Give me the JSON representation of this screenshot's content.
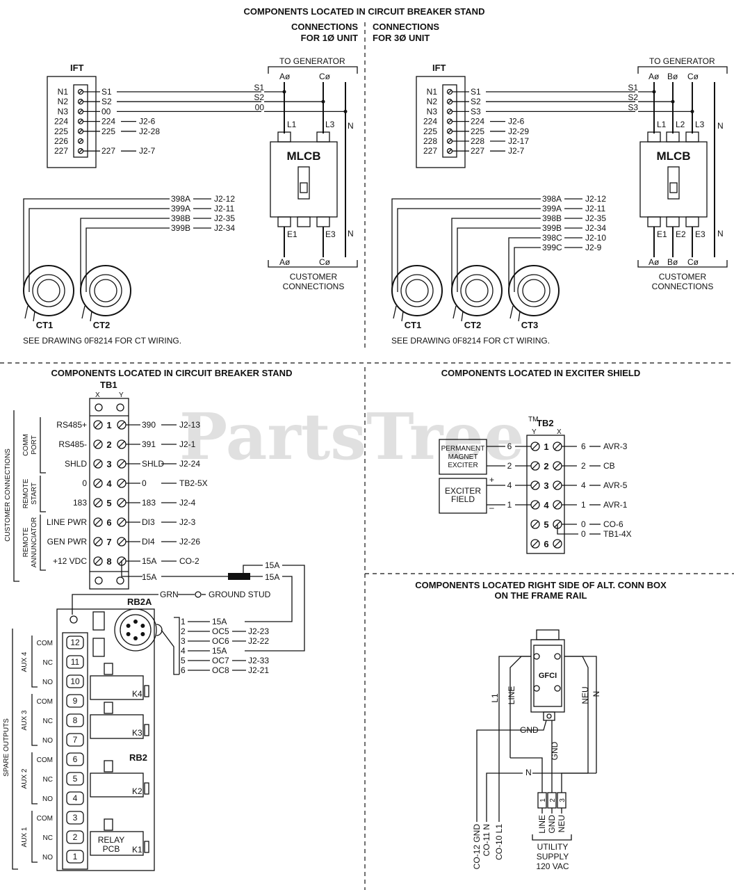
{
  "watermark": "PartsTree",
  "tm": "TM",
  "section_titles": {
    "top": "COMPONENTS LOCATED IN CIRCUIT BREAKER STAND",
    "conn1_a": "CONNECTIONS",
    "conn1_b": "FOR 1Ø UNIT",
    "conn3_a": "CONNECTIONS",
    "conn3_b": "FOR 3Ø UNIT",
    "mid_left": "COMPONENTS LOCATED IN CIRCUIT BREAKER STAND",
    "mid_right": "COMPONENTS LOCATED IN EXCITER SHIELD",
    "bot_right_a": "COMPONENTS LOCATED RIGHT SIDE OF ALT. CONN BOX",
    "bot_right_b": "ON THE FRAME RAIL"
  },
  "ift": {
    "title": "IFT",
    "rows1": [
      {
        "term": "N1",
        "wire": "S1",
        "end": "S1",
        "dest": ""
      },
      {
        "term": "N2",
        "wire": "S2",
        "end": "S2",
        "dest": ""
      },
      {
        "term": "N3",
        "wire": "00",
        "end": "00",
        "dest": ""
      },
      {
        "term": "224",
        "wire": "224",
        "end": "",
        "dest": "J2-6"
      },
      {
        "term": "225",
        "wire": "225",
        "end": "",
        "dest": "J2-28"
      },
      {
        "term": "226",
        "wire": "",
        "end": "",
        "dest": ""
      },
      {
        "term": "227",
        "wire": "227",
        "end": "",
        "dest": "J2-7"
      }
    ],
    "rows3": [
      {
        "term": "N1",
        "wire": "S1",
        "end": "S1",
        "dest": ""
      },
      {
        "term": "N2",
        "wire": "S2",
        "end": "S2",
        "dest": ""
      },
      {
        "term": "N3",
        "wire": "S3",
        "end": "S3",
        "dest": ""
      },
      {
        "term": "224",
        "wire": "224",
        "end": "",
        "dest": "J2-6"
      },
      {
        "term": "225",
        "wire": "225",
        "end": "",
        "dest": "J2-29"
      },
      {
        "term": "228",
        "wire": "228",
        "end": "",
        "dest": "J2-17"
      },
      {
        "term": "227",
        "wire": "227",
        "end": "",
        "dest": "J2-7"
      }
    ]
  },
  "generator": {
    "to_generator": "TO GENERATOR",
    "mlcb": "MLCB",
    "customer_a": "CUSTOMER",
    "customer_b": "CONNECTIONS",
    "phases1": [
      "Aø",
      "Cø"
    ],
    "phases3": [
      "Aø",
      "Bø",
      "Cø"
    ],
    "l_labels1": [
      "L1",
      "L3"
    ],
    "l_labels3": [
      "L1",
      "L2",
      "L3"
    ],
    "e_labels1": [
      "E1",
      "E3"
    ],
    "e_labels3": [
      "E1",
      "E2",
      "E3"
    ],
    "n": "N"
  },
  "ct": {
    "wires1": [
      {
        "wire": "398A",
        "dest": "J2-12"
      },
      {
        "wire": "399A",
        "dest": "J2-11"
      },
      {
        "wire": "398B",
        "dest": "J2-35"
      },
      {
        "wire": "399B",
        "dest": "J2-34"
      }
    ],
    "wires3": [
      {
        "wire": "398A",
        "dest": "J2-12"
      },
      {
        "wire": "399A",
        "dest": "J2-11"
      },
      {
        "wire": "398B",
        "dest": "J2-35"
      },
      {
        "wire": "399B",
        "dest": "J2-34"
      },
      {
        "wire": "398C",
        "dest": "J2-10"
      },
      {
        "wire": "399C",
        "dest": "J2-9"
      }
    ],
    "labels": [
      "CT1",
      "CT2",
      "CT3"
    ],
    "note": "SEE DRAWING 0F8214 FOR CT WIRING."
  },
  "tb1": {
    "title": "TB1",
    "xy": [
      "X",
      "Y"
    ],
    "customer_connections": "CUSTOMER CONNECTIONS",
    "comm_port": [
      "COMM",
      "PORT"
    ],
    "remote_start": [
      "REMOTE",
      "START"
    ],
    "remote_annunciator": [
      "REMOTE",
      "ANNUNCIATOR"
    ],
    "rows": [
      {
        "label": "RS485+",
        "num": "1",
        "wire": "390",
        "dest": "J2-13"
      },
      {
        "label": "RS485-",
        "num": "2",
        "wire": "391",
        "dest": "J2-1"
      },
      {
        "label": "SHLD",
        "num": "3",
        "wire": "SHLD",
        "dest": "J2-24"
      },
      {
        "label": "0",
        "num": "4",
        "wire": "0",
        "dest": "TB2-5X"
      },
      {
        "label": "183",
        "num": "5",
        "wire": "183",
        "dest": "J2-4"
      },
      {
        "label": "LINE PWR",
        "num": "6",
        "wire": "DI3",
        "dest": "J2-3"
      },
      {
        "label": "GEN PWR",
        "num": "7",
        "wire": "DI4",
        "dest": "J2-26"
      },
      {
        "label": "+12 VDC",
        "num": "8",
        "wire": "15A",
        "dest": "CO-2"
      }
    ],
    "fuse_wire_a": "15A",
    "fuse_wire_b": "15A",
    "fuse_wire_c": "15A"
  },
  "rb2a": {
    "title": "RB2A",
    "grn": "GRN",
    "ground_stud": "GROUND STUD",
    "connector": [
      {
        "pin": "1",
        "wire": "15A",
        "dest": ""
      },
      {
        "pin": "2",
        "wire": "OC5",
        "dest": "J2-23"
      },
      {
        "pin": "3",
        "wire": "OC6",
        "dest": "J2-22"
      },
      {
        "pin": "4",
        "wire": "15A",
        "dest": ""
      },
      {
        "pin": "5",
        "wire": "OC7",
        "dest": "J2-33"
      },
      {
        "pin": "6",
        "wire": "OC8",
        "dest": "J2-21"
      }
    ]
  },
  "rb2": {
    "title": "RB2",
    "spare_outputs": "SPARE OUTPUTS",
    "aux": [
      "AUX 4",
      "AUX 3",
      "AUX 2",
      "AUX 1"
    ],
    "terms": [
      "12",
      "11",
      "10",
      "9",
      "8",
      "7",
      "6",
      "5",
      "4",
      "3",
      "2",
      "1"
    ],
    "roles": [
      "COM",
      "NC",
      "NO",
      "COM",
      "NC",
      "NO",
      "COM",
      "NC",
      "NO",
      "COM",
      "NC",
      "NO"
    ],
    "relays": [
      "K4",
      "K3",
      "K2",
      "K1"
    ],
    "relay_pcb_a": "RELAY",
    "relay_pcb_b": "PCB"
  },
  "tb2": {
    "title": "TB2",
    "xy": [
      "Y",
      "X"
    ],
    "pme": [
      "PERMANENT",
      "MAGNET",
      "EXCITER"
    ],
    "exciter_field": [
      "EXCITER",
      "FIELD"
    ],
    "plus": "+",
    "minus": "–",
    "rows": [
      {
        "left": "6",
        "num": "1",
        "wire": "6",
        "dest": "AVR-3"
      },
      {
        "left": "2",
        "num": "2",
        "wire": "2",
        "dest": "CB"
      },
      {
        "left": "4",
        "num": "3",
        "wire": "4",
        "dest": "AVR-5"
      },
      {
        "left": "1",
        "num": "4",
        "wire": "1",
        "dest": "AVR-1"
      },
      {
        "left": "",
        "num": "5",
        "wire": "0",
        "dest": "CO-6"
      },
      {
        "left": "",
        "num": "6",
        "wire": "",
        "dest": ""
      }
    ],
    "extra_wire": "0",
    "extra_dest": "TB1-4X"
  },
  "gfci": {
    "label": "GFCI",
    "l1": "L1",
    "line": "LINE",
    "neu": "NEU",
    "n": "N",
    "gnd": "GND",
    "gnd2": "GND",
    "n_mid": "N",
    "terms": [
      "1",
      "2",
      "3"
    ],
    "bottom_left": [
      "CO-12 GND",
      "CO-11 N",
      "CO-10 L1"
    ],
    "bottom_right": [
      "LINE",
      "GND",
      "NEU"
    ],
    "utility": [
      "UTILITY",
      "SUPPLY",
      "120 VAC"
    ]
  }
}
